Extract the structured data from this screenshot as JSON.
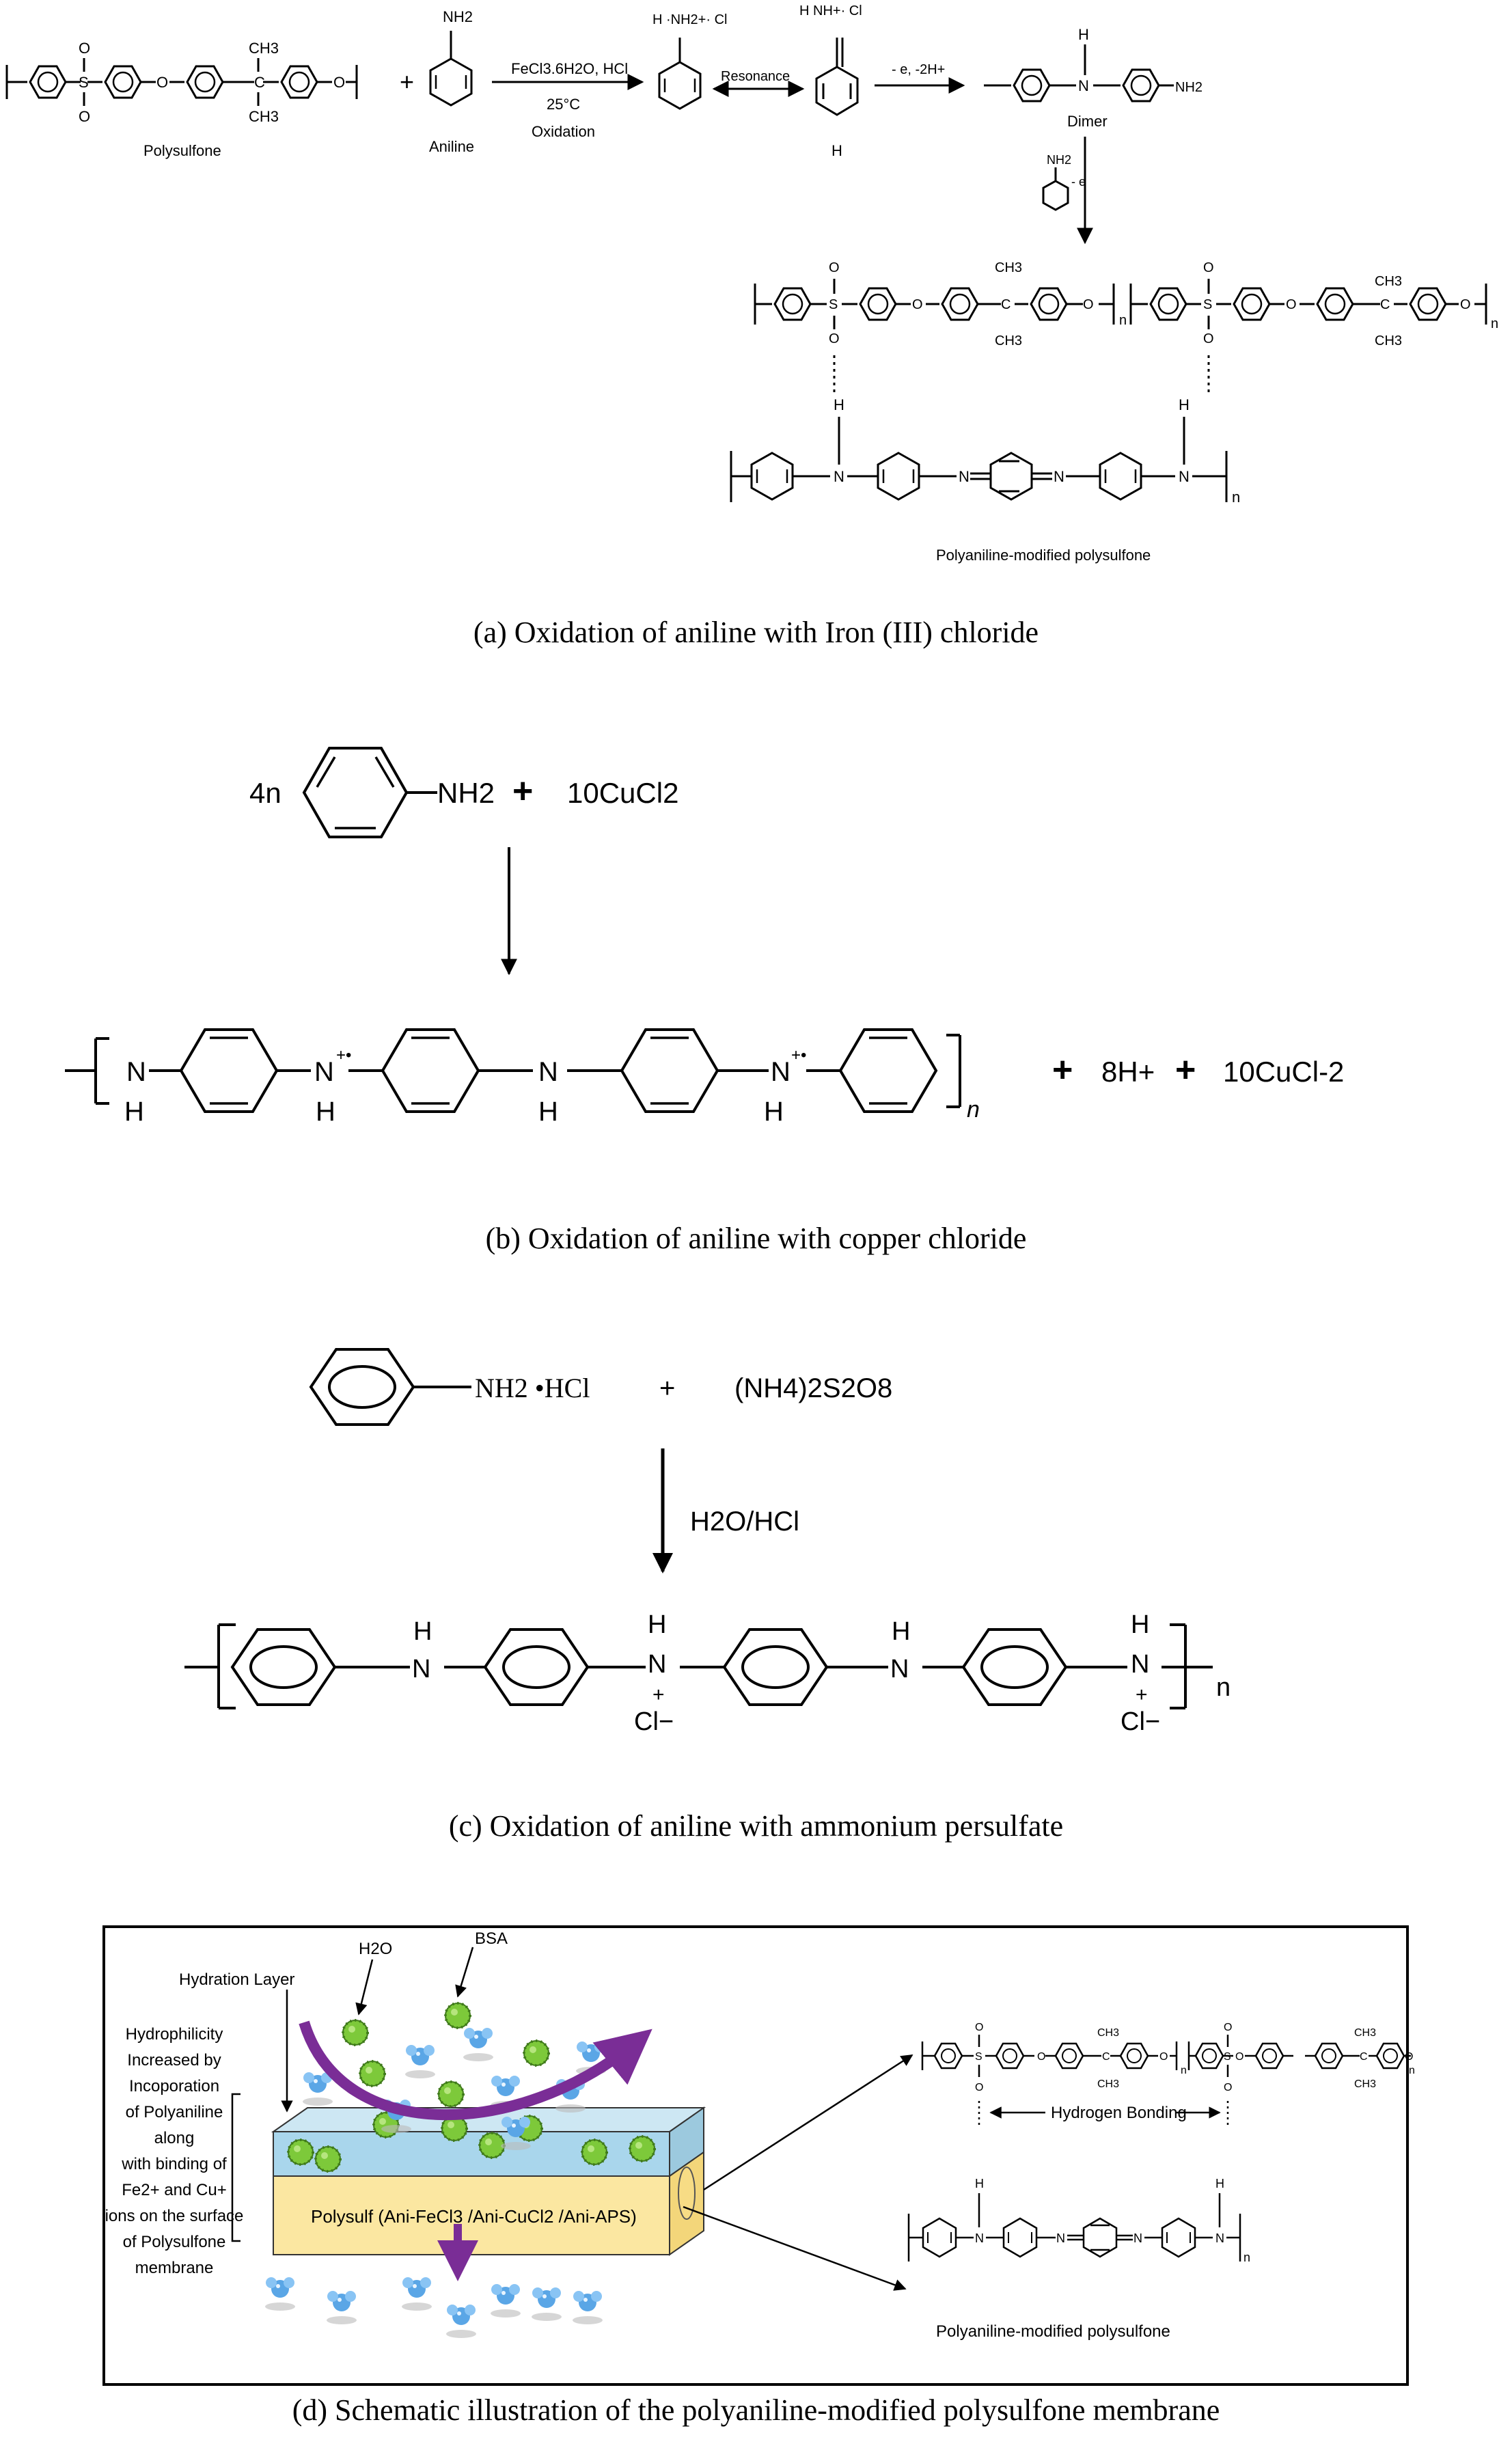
{
  "panel_a": {
    "polysulfone_label": "Polysulfone",
    "aniline_label": "Aniline",
    "nh2": "NH2",
    "reagent_line1": "FeCl3.6H2O, HCl",
    "reagent_line2": "25°C",
    "reagent_line3": "Oxidation",
    "cation1": "H ·NH2+· Cl",
    "resonance_label": "Resonance",
    "cation2": "H   NH+· Cl",
    "h_label": "H",
    "loss_label": "- e, -2H+",
    "dimer_label": "Dimer",
    "minus_e": "- e",
    "n_label": "n",
    "product_label": "Polyaniline-modified polysulfone",
    "caption": "(a) Oxidation of aniline with Iron (III) chloride"
  },
  "panel_b": {
    "coef": "4n",
    "nh2": "NH2",
    "plus": "+",
    "reagent": "10CuCl2",
    "nplus": "N+•",
    "nh": "N",
    "h": "H",
    "n": "n",
    "byproduct1": "8H+",
    "byproduct2": "10CuCl-2",
    "caption": "(b) Oxidation of aniline with copper chloride"
  },
  "panel_c": {
    "reactant": "NH2 •HCl",
    "plus": "+",
    "oxidant": "(NH4)2S2O8",
    "conditions": "H2O/HCl",
    "h": "H",
    "n_atom": "N",
    "chloride": "Cl−",
    "n": "n",
    "caption": "(c) Oxidation of aniline with ammonium persulfate"
  },
  "panel_d": {
    "h2o_label": "H2O",
    "bsa_label": "BSA",
    "hydration_label": "Hydration Layer",
    "hydrophilicity_text": [
      "Hydrophilicity",
      "Increased by",
      "Incoporation",
      "of Polyaniline",
      "along",
      "with binding of",
      "Fe2+ and Cu+",
      "ions on the surface",
      "of Polysulfone",
      "membrane"
    ],
    "membrane_label": "Polysulf (Ani-FeCl3 /Ani-CuCl2 /Ani-APS)",
    "hbond_label": "Hydrogen Bonding",
    "product_label": "Polyaniline-modified  polysulfone",
    "caption": "(d) Schematic illustration of the polyaniline-modified polysulfone membrane"
  },
  "colors": {
    "membrane_fill": "#fbe7a1",
    "hydration_fill": "#a9d6ec",
    "bsa_green": "#7dc93a",
    "water_blue": "#5aa6e6",
    "arrow_purple": "#7a2d96"
  }
}
